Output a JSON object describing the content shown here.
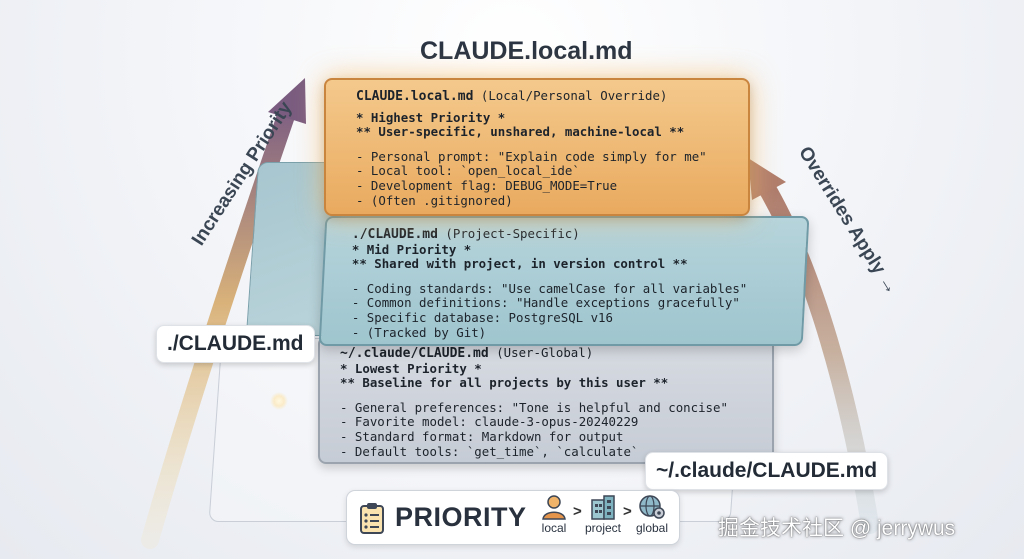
{
  "title": "CLAUDE.local.md",
  "side_left": "Increasing Priority",
  "side_right": "Overrides Apply →",
  "layers": {
    "local": {
      "name": "CLAUDE.local.md",
      "tag": "(Local/Personal Override)",
      "priority": "* Highest Priority *",
      "desc": "** User-specific, unshared, machine-local **",
      "items": [
        "- Personal prompt: \"Explain code simply for me\"",
        "- Local tool: `open_local_ide`",
        "- Development flag: DEBUG_MODE=True",
        "- (Often .gitignored)"
      ]
    },
    "project": {
      "name": "./CLAUDE.md",
      "tag": "(Project-Specific)",
      "priority": "* Mid Priority *",
      "desc": "** Shared with project, in version control **",
      "items": [
        "- Coding standards: \"Use camelCase for all variables\"",
        "- Common definitions: \"Handle exceptions gracefully\"",
        "- Specific database: PostgreSQL v16",
        "- (Tracked by Git)"
      ]
    },
    "global": {
      "name": "~/.claude/CLAUDE.md",
      "tag": "(User-Global)",
      "priority": "* Lowest Priority *",
      "desc": "** Baseline for all projects by this user **",
      "items": [
        "- General preferences: \"Tone is helpful and concise\"",
        "- Favorite model: claude-3-opus-20240229",
        "- Standard format: Markdown for output",
        "- Default tools: `get_time`, `calculate`"
      ]
    }
  },
  "pills": {
    "project": "./CLAUDE.md",
    "global": "~/.claude/CLAUDE.md"
  },
  "legend": {
    "title": "PRIORITY",
    "items": [
      "local",
      "project",
      "global"
    ],
    "separator": ">"
  },
  "watermark": "掘金技术社区 @ jerrywus",
  "colors": {
    "local": "#e9aa5f",
    "project": "#9fc5ce",
    "global": "#c6ccd5",
    "arrow_left_top": "#8a6a84",
    "arrow_right_top": "#b98470"
  },
  "icons": {
    "legend_title": "clipboard-list-icon",
    "local": "person-icon",
    "project": "building-icon",
    "global": "globe-gear-icon"
  }
}
